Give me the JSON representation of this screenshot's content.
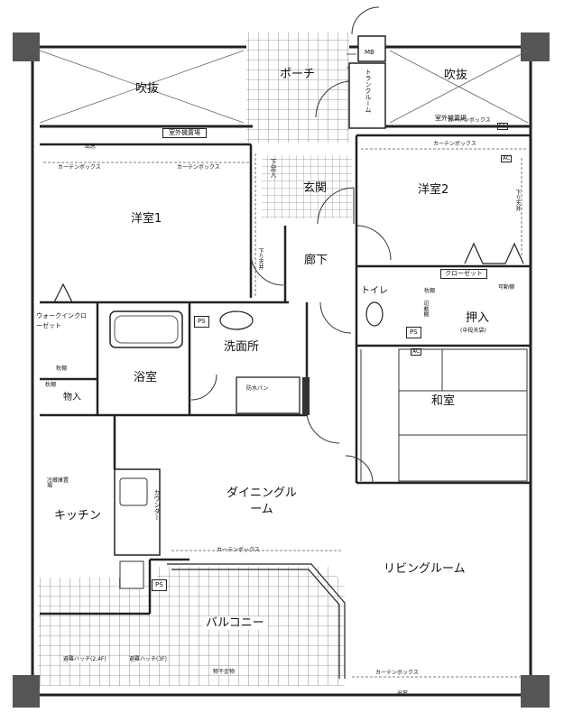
{
  "rooms": {
    "fukinuke_left": "吹抜",
    "fukinuke_right": "吹抜",
    "porch": "ポーチ",
    "mb": "MB",
    "trunk_room": "トランクルーム",
    "outdoor_unit_left": "室外機置場",
    "outdoor_unit_right": "室外機置場",
    "bay_window_top": "出窓",
    "bay_window_bottom": "出窓",
    "curtain_box_1": "カーテンボックス",
    "curtain_box_2": "カーテンボックス",
    "curtain_box_3": "カーテンボックス",
    "curtain_box_4": "カーテンボックス",
    "curtain_box_5": "カーテンボックス",
    "curtain_box_6": "カーテンボックス",
    "entrance": "玄関",
    "entrance_step": "下足入",
    "western_room_1": "洋室1",
    "western_room_2": "洋室2",
    "ceiling_drop_1": "下り天井",
    "ceiling_drop_2": "下り天井",
    "hallway": "廊下",
    "walk_in_closet": "ウォークインクローゼット",
    "pipe_space_1": "PS",
    "pipe_space_2": "PS",
    "pipe_space_3": "PS",
    "washroom": "洗面所",
    "bathroom": "浴室",
    "toilet": "トイレ",
    "closet": "クローゼット",
    "movable_shelf": "可動棚",
    "movable_shelf_2": "可動棚",
    "oshiire": "押入",
    "oshiire_note": "(中段天袋)",
    "shelf_1": "枕棚",
    "shelf_2": "枕棚",
    "shelf_3": "枕棚",
    "storage": "物入",
    "waterproof_pan": "防水パン",
    "washitsu": "和室",
    "dining": "ダイニングルーム",
    "kitchen": "キッチン",
    "counter": "カウンター",
    "fridge": "冷蔵庫置場",
    "living": "リビングルーム",
    "balcony": "バルコニー",
    "hatch_1": "避難ハッチ(2,4F)",
    "hatch_2": "避難ハッチ(3F)",
    "drying_rack": "物干金物",
    "ac_1": "AC",
    "ac_2": "AC",
    "cf": "CF"
  }
}
